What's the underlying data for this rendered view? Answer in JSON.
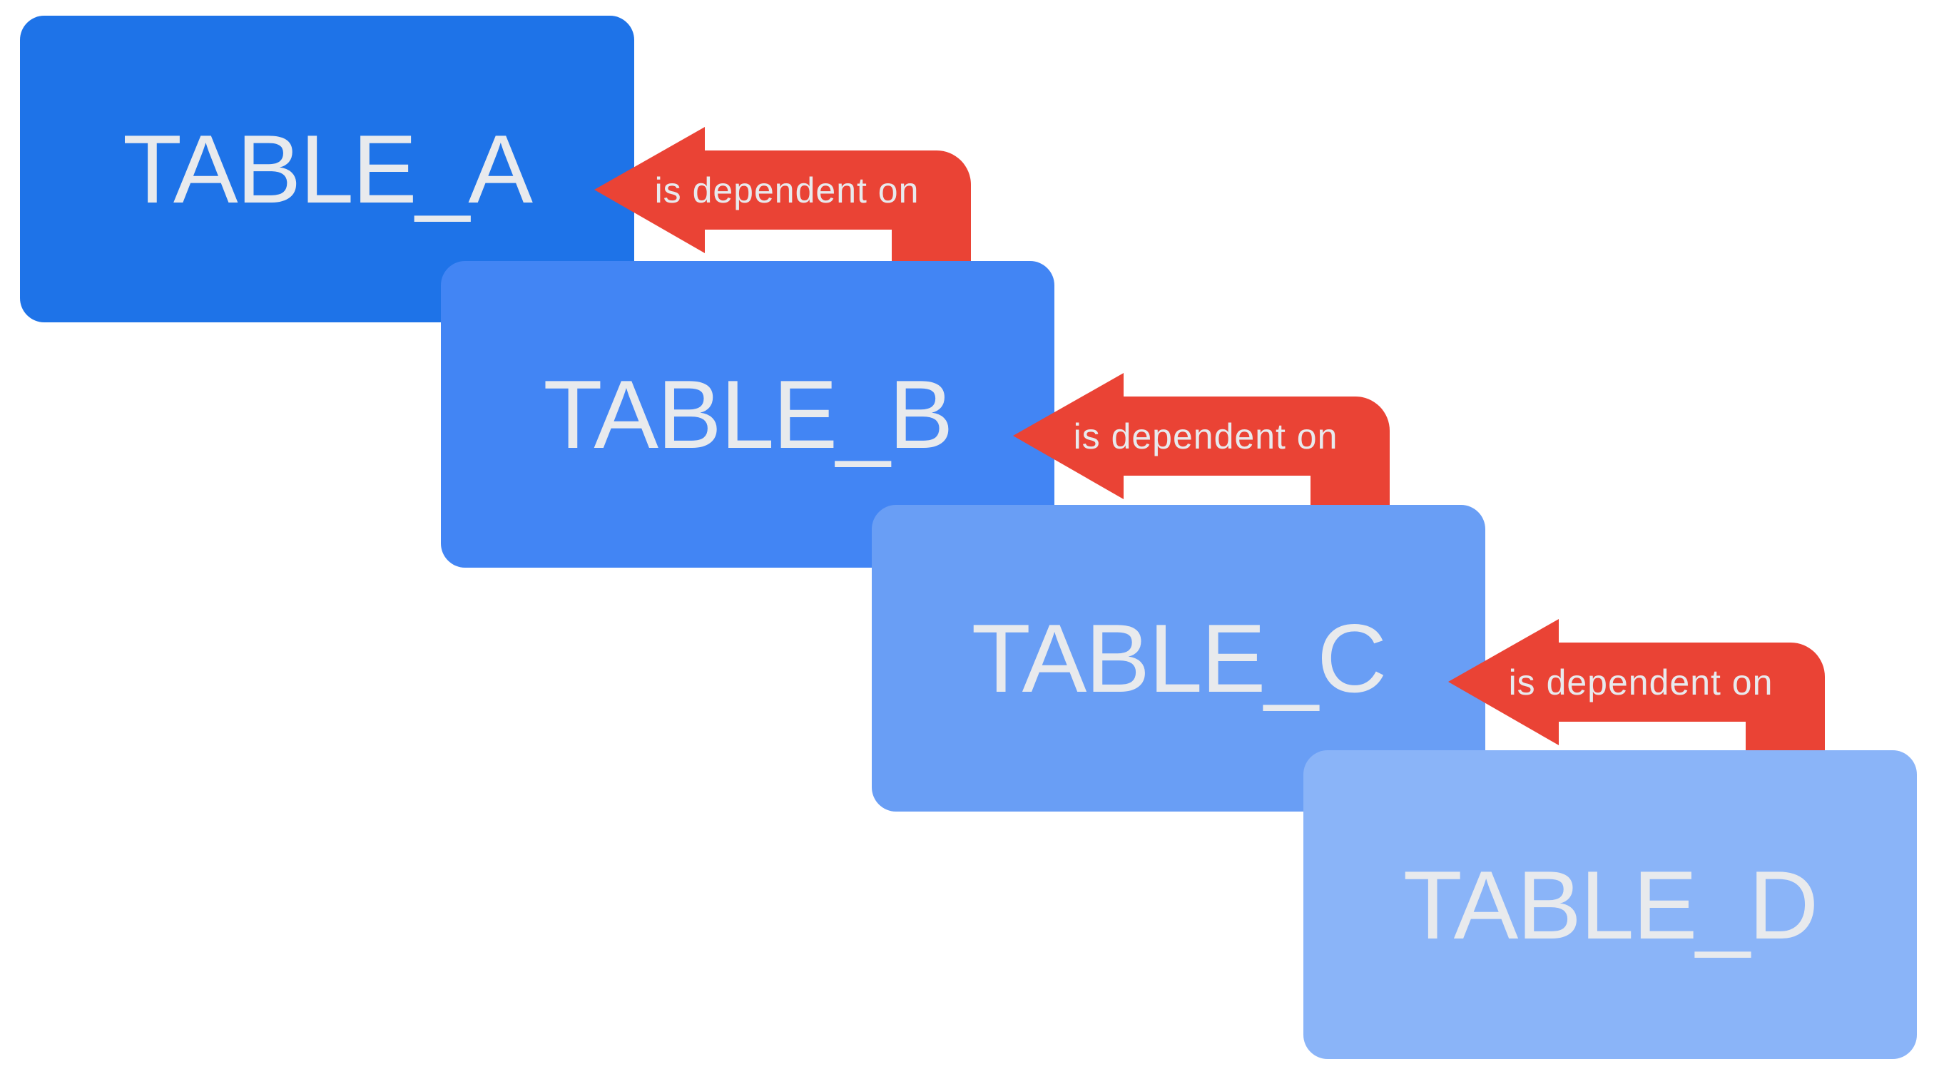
{
  "page": {
    "background": "#ffffff"
  },
  "diagram": {
    "text_color": "#e8eaed",
    "arrow_color": "#ea4335",
    "tables": [
      {
        "label": "TABLE_A",
        "color": "#1e73e8"
      },
      {
        "label": "TABLE_B",
        "color": "#4285f4"
      },
      {
        "label": "TABLE_C",
        "color": "#699ef5"
      },
      {
        "label": "TABLE_D",
        "color": "#8ab4f8"
      }
    ],
    "arrows": [
      {
        "label": "is dependent on",
        "from": "TABLE_B",
        "to": "TABLE_A"
      },
      {
        "label": "is dependent on",
        "from": "TABLE_C",
        "to": "TABLE_B"
      },
      {
        "label": "is dependent on",
        "from": "TABLE_D",
        "to": "TABLE_C"
      }
    ]
  }
}
